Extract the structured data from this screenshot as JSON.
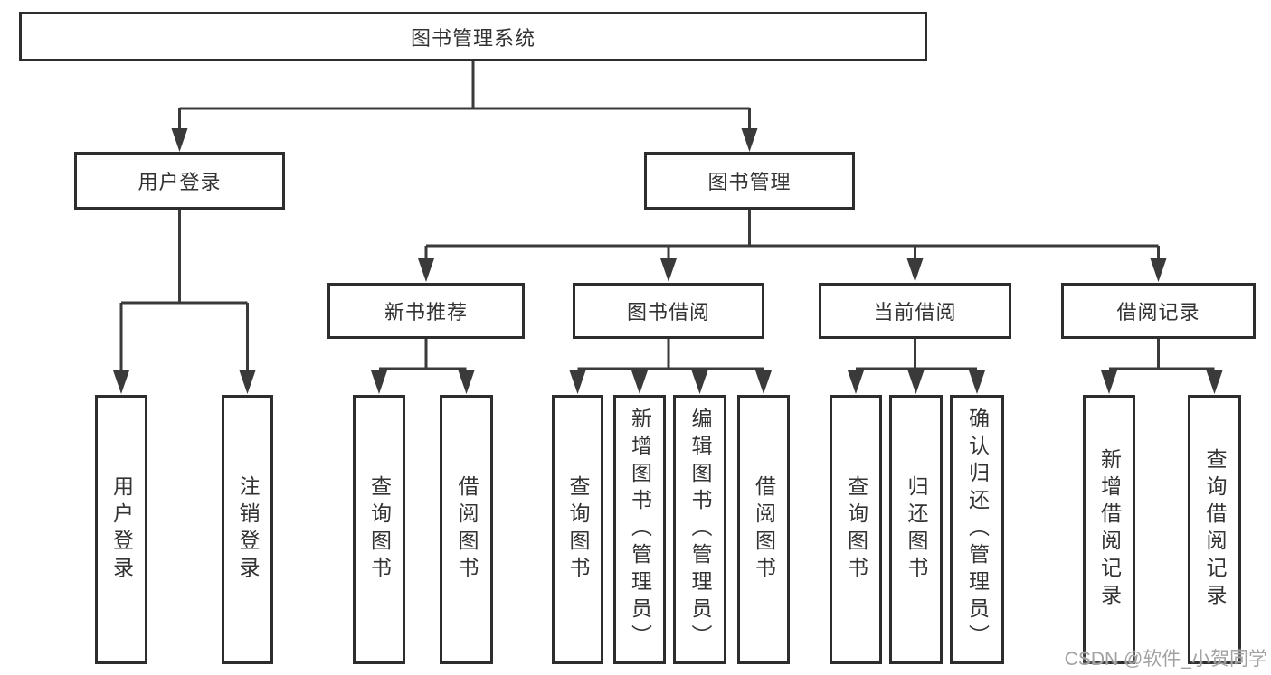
{
  "diagram": {
    "root": {
      "label": "图书管理系统"
    },
    "level2": [
      {
        "label": "用户登录"
      },
      {
        "label": "图书管理"
      }
    ],
    "level3": [
      {
        "label": "新书推荐"
      },
      {
        "label": "图书借阅"
      },
      {
        "label": "当前借阅"
      },
      {
        "label": "借阅记录"
      }
    ],
    "leaves": {
      "user_login": [
        "用户登录",
        "注销登录"
      ],
      "new_books": [
        "查询图书",
        "借阅图书"
      ],
      "book_borrow": [
        "查询图书",
        "新增图书（管理员）",
        "编辑图书（管理员）",
        "借阅图书"
      ],
      "current_borrow": [
        "查询图书",
        "归还图书",
        "确认归还（管理员）"
      ],
      "borrow_records": [
        "新增借阅记录",
        "查询借阅记录"
      ]
    }
  },
  "watermark": {
    "text": "CSDN @软件_小贺同学"
  },
  "colors": {
    "line": "#3a3a3a",
    "border": "#2d2d2d",
    "text": "#333333",
    "watermark": "#a3a3a3",
    "background": "#ffffff"
  }
}
